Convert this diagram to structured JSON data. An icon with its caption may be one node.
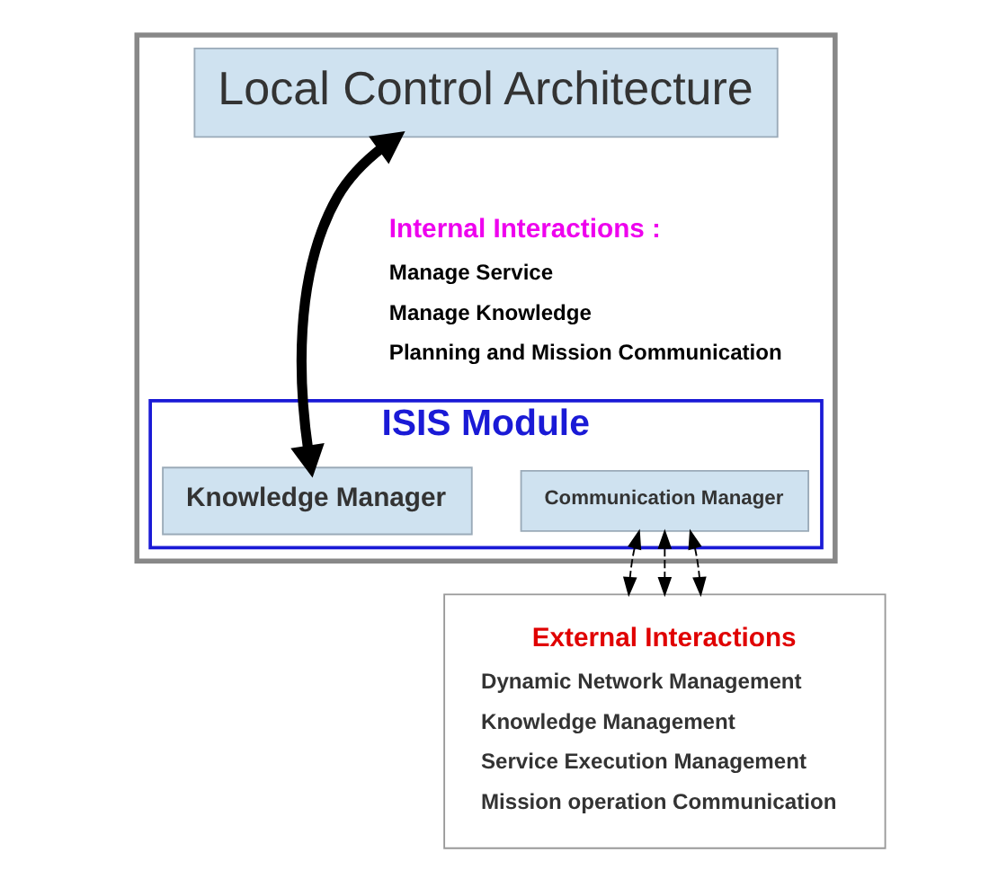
{
  "diagram": {
    "nodes": [
      {
        "text": [],
        "shape": "box"
      },
      {
        "text": [
          "Local Control Architecture"
        ],
        "in": 0
      },
      {
        "text": [
          "ISIS Module"
        ],
        "in": 0
      },
      {
        "text": [
          "Knowledge Manager"
        ],
        "in": 2
      },
      {
        "text": [
          "Communication Manager"
        ],
        "in": 2
      },
      {
        "text": [
          "External Interactions",
          "Dynamic Network Management",
          "Knowledge Management",
          "Service Execution Management",
          "Mission operation Communication"
        ]
      }
    ],
    "edges": [
      {
        "from": 1,
        "to": 3,
        "arrow": "both",
        "style": "thick"
      },
      {
        "from": 4,
        "to": 5,
        "arrow": "both",
        "style": "dashed"
      },
      {
        "from": 4,
        "to": 5,
        "arrow": "both",
        "style": "dashed"
      },
      {
        "from": 4,
        "to": 5,
        "arrow": "both",
        "style": "dashed"
      }
    ],
    "labels": [
      "Internal Interactions :",
      "Manage Service",
      "Manage Knowledge",
      "Planning and Mission Communication"
    ]
  }
}
